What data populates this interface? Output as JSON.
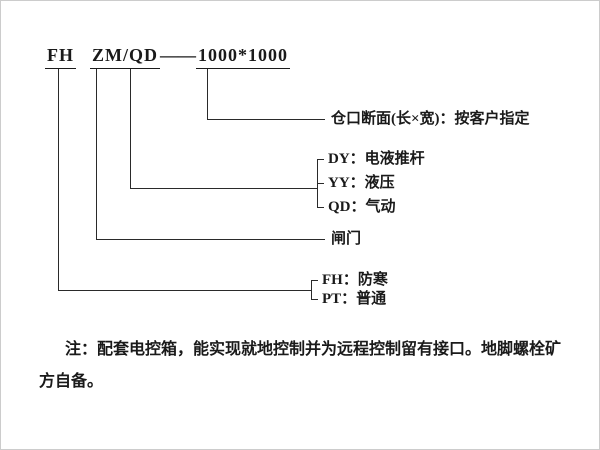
{
  "model": {
    "prefix": "FH",
    "type": "ZM/QD",
    "dash": "——",
    "size": "1000*1000"
  },
  "callouts": {
    "size_desc": "仓口断面(长×宽)：按客户指定",
    "drive_options": [
      {
        "label": "DY：电液推杆"
      },
      {
        "label": "YY：液压"
      },
      {
        "label": "QD：气动"
      }
    ],
    "gate": "闸门",
    "series_options": [
      {
        "label": "FH：防寒"
      },
      {
        "label": "PT：普通"
      }
    ]
  },
  "note": {
    "line1": "注：配套电控箱，能实现就地控制并为远程控制留有接口。地脚螺栓矿",
    "line2": "方自备。"
  }
}
